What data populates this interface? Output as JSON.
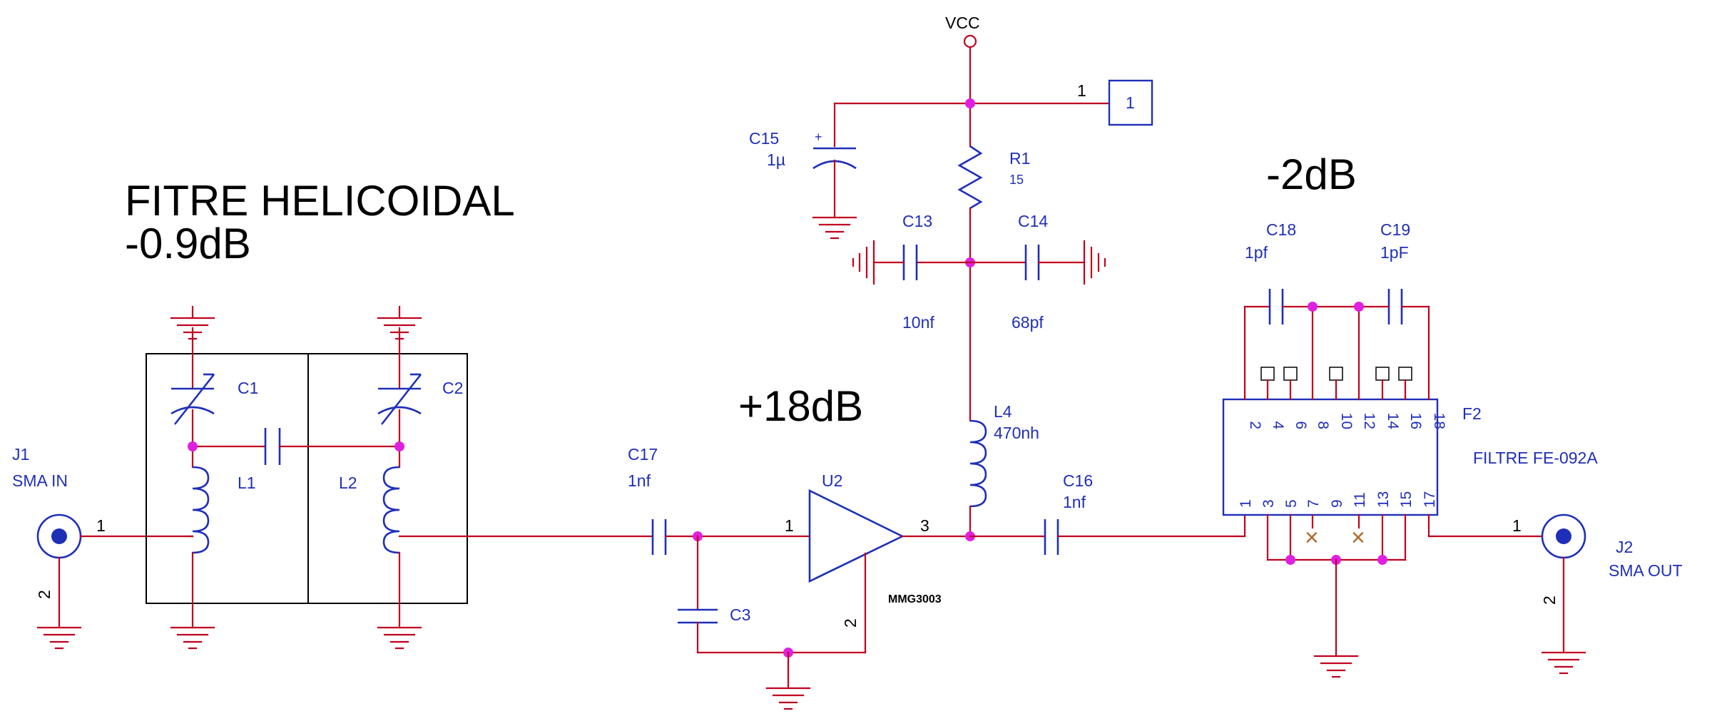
{
  "annotations": {
    "filter_title": "FITRE HELICOIDAL",
    "filter_loss": "-0.9dB",
    "amp_gain": "+18dB",
    "out_filter_loss": "-2dB"
  },
  "power": {
    "vcc": "VCC"
  },
  "connector_box": {
    "pin": "1",
    "label": "1"
  },
  "components": {
    "J1": {
      "ref": "J1",
      "value": "SMA IN",
      "pin1": "1",
      "pin2": "2"
    },
    "J2": {
      "ref": "J2",
      "value": "SMA OUT",
      "pin1": "1",
      "pin2": "2"
    },
    "C1": {
      "ref": "C1"
    },
    "C2": {
      "ref": "C2"
    },
    "L1": {
      "ref": "L1"
    },
    "L2": {
      "ref": "L2"
    },
    "C3": {
      "ref": "C3"
    },
    "C13": {
      "ref": "C13",
      "value": "10nf"
    },
    "C14": {
      "ref": "C14",
      "value": "68pf"
    },
    "C15": {
      "ref": "C15",
      "value": "1µ",
      "polarity": "+"
    },
    "C16": {
      "ref": "C16",
      "value": "1nf"
    },
    "C17": {
      "ref": "C17",
      "value": "1nf"
    },
    "C18": {
      "ref": "C18",
      "value": "1pf"
    },
    "C19": {
      "ref": "C19",
      "value": "1pF"
    },
    "R1": {
      "ref": "R1",
      "value": "15"
    },
    "L4": {
      "ref": "L4",
      "value": "470nh"
    },
    "U2": {
      "ref": "U2",
      "part": "MMG3003",
      "pin_in": "1",
      "pin_gnd": "2",
      "pin_out": "3"
    },
    "F2": {
      "ref": "F2",
      "value": "FILTRE FE-092A",
      "top_pins": [
        "2",
        "4",
        "6",
        "8",
        "10",
        "12",
        "14",
        "16",
        "18"
      ],
      "bottom_pins": [
        "1",
        "3",
        "5",
        "7",
        "9",
        "11",
        "13",
        "15",
        "17"
      ]
    }
  },
  "colors": {
    "wire": "#c0001f",
    "component": "#1f2fb8",
    "junction": "#e020e0",
    "box": "#000000",
    "no_connect": "#b06a2c"
  }
}
